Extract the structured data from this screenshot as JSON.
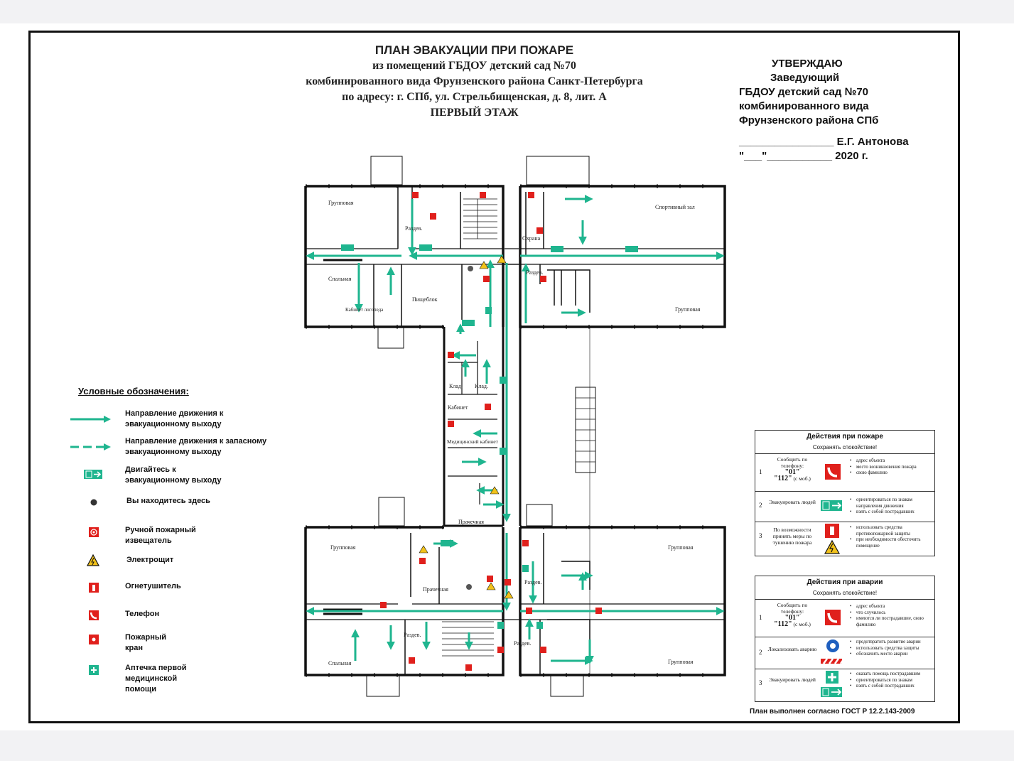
{
  "title": {
    "line1": "ПЛАН ЭВАКУАЦИИ ПРИ ПОЖАРЕ",
    "line2": "из помещений ГБДОУ детский сад №70",
    "line3": "комбинированного вида Фрунзенского района Санкт-Петербурга",
    "line4": "по адресу: г. СПб, ул. Стрельбищенская, д. 8, лит. А",
    "line5": "ПЕРВЫЙ ЭТАЖ"
  },
  "approval": {
    "line1": "УТВЕРЖДАЮ",
    "line2": "Заведующий",
    "line3": "ГБДОУ детский сад №70",
    "line4": "комбинированного вида",
    "line5": "Фрунзенского района СПб",
    "signature": "________________ Е.Г. Антонова",
    "date": "\"___\"___________ 2020 г."
  },
  "rooms": {
    "gruppovaya": "Групповая",
    "razdev": "Раздев.",
    "spalnaya": "Спальная",
    "pischeblok": "Пищеблок",
    "kabinet_logopeda": "Кабинет логопеда",
    "sportzal": "Спортивный зал",
    "ohrana": "Охрана",
    "klad": "Клад.",
    "kabinet": "Кабинет",
    "med_kabinet": "Медицинский кабинет",
    "prachechnaya": "Прачечная"
  },
  "legend": {
    "title": "Условные обозначения:",
    "items": [
      {
        "text": "Направление движения к\nэвакуационному выходу",
        "icon": "arrow-solid"
      },
      {
        "text": "Направление движения к запасному\nэвакуационному выходу",
        "icon": "arrow-dashed"
      },
      {
        "text": "Двигайтесь к\nэвакуационному выходу",
        "icon": "exit-sign"
      },
      {
        "text": "Вы находитесь здесь",
        "icon": "you-are-here"
      },
      {
        "text": "Ручной пожарный\nизвещатель",
        "icon": "manual-call-point"
      },
      {
        "text": "Электрощит",
        "icon": "electrical-panel"
      },
      {
        "text": "Огнетушитель",
        "icon": "fire-extinguisher"
      },
      {
        "text": "Телефон",
        "icon": "phone"
      },
      {
        "text": "Пожарный\n   кран",
        "icon": "fire-hydrant"
      },
      {
        "text": "Аптечка первой\nмедицинской\nпомощи",
        "icon": "first-aid"
      }
    ]
  },
  "fire_box": {
    "title": "Действия при пожаре",
    "subtitle": "Сохранять спокойствие!",
    "rows": [
      {
        "num": "1",
        "label": "Сообщить по телефону:",
        "code1": "\"01\"",
        "code2": "\"112\"",
        "code2_note": "(с моб.)",
        "icon": "phone",
        "bullets": [
          "адрес объекта",
          "место возникновения пожара",
          "свою фамилию"
        ]
      },
      {
        "num": "2",
        "label": "Эвакуировать людей",
        "icon": "exit-sign",
        "bullets": [
          "ориентироваться по знакам направления движения",
          "взять с собой пострадавших"
        ]
      },
      {
        "num": "3",
        "label": "По возможности принять меры по тушению пожара",
        "icon": "extinguisher",
        "bullets": [
          "использовать средства противопожарной защиты",
          "при необходимости обесточить помещение"
        ]
      }
    ]
  },
  "accident_box": {
    "title": "Действия при аварии",
    "subtitle": "Сохранять спокойствие!",
    "rows": [
      {
        "num": "1",
        "label": "Сообщить по телефону:",
        "code1": "\"01\"",
        "code2": "\"112\"",
        "code2_note": "(с моб.)",
        "icon": "phone",
        "bullets": [
          "адрес объекта",
          "что случилось",
          "имеются ли пострадавшие, свою фамилию"
        ]
      },
      {
        "num": "2",
        "label": "Локализовать аварию",
        "icon": "barrier",
        "bullets": [
          "предотвратить развитие аварии",
          "использовать средства защиты",
          "обозначить место аварии"
        ]
      },
      {
        "num": "3",
        "label": "Эвакуировать людей",
        "icon": "first-aid",
        "bullets": [
          "оказать помощь пострадавшим",
          "ориентироваться по знакам",
          "взять с собой пострадавших"
        ]
      }
    ]
  },
  "footer": "План выполнен согласно ГОСТ Р 12.2.143-2009",
  "colors": {
    "arrow": "#1fb58f",
    "sign_red": "#e0201c",
    "wall": "#111111"
  }
}
